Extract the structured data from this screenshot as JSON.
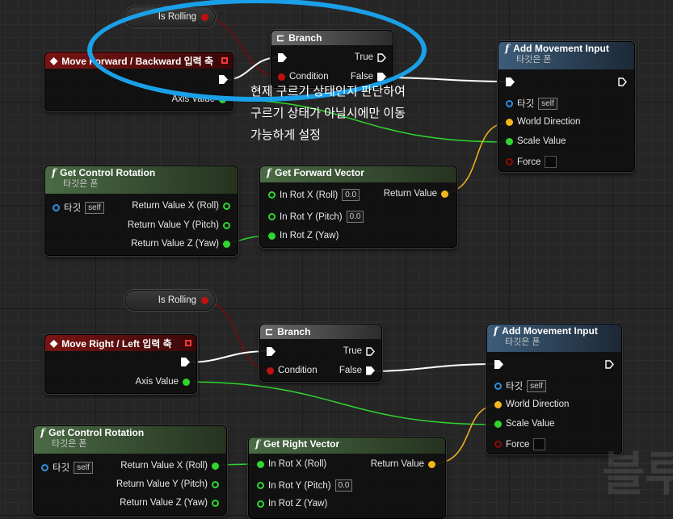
{
  "graph1": {
    "is_rolling": "Is Rolling",
    "event_title": "Move Forward / Backward 입력 축",
    "event_axis": "Axis Value",
    "branch_title": "Branch",
    "branch_true": "True",
    "branch_false": "False",
    "branch_condition": "Condition",
    "add_title": "Add Movement Input",
    "add_sub": "타깃은 폰",
    "add_target": "타깃",
    "add_self": "self",
    "add_world": "World Direction",
    "add_scale": "Scale Value",
    "add_force": "Force",
    "gcr_title": "Get Control Rotation",
    "gcr_sub": "타깃은 폰",
    "gcr_target": "타깃",
    "gcr_self": "self",
    "gcr_x": "Return Value X (Roll)",
    "gcr_y": "Return Value Y (Pitch)",
    "gcr_z": "Return Value Z (Yaw)",
    "gfv_title": "Get Forward Vector",
    "gfv_x": "In Rot X (Roll)",
    "gfv_x_val": "0.0",
    "gfv_y": "In Rot Y (Pitch)",
    "gfv_y_val": "0.0",
    "gfv_z": "In Rot Z (Yaw)",
    "gfv_ret": "Return Value"
  },
  "graph2": {
    "is_rolling": "Is Rolling",
    "event_title": "Move Right / Left 입력 축",
    "event_axis": "Axis Value",
    "branch_title": "Branch",
    "branch_true": "True",
    "branch_false": "False",
    "branch_condition": "Condition",
    "add_title": "Add Movement Input",
    "add_sub": "타깃은 폰",
    "add_target": "타깃",
    "add_self": "self",
    "add_world": "World Direction",
    "add_scale": "Scale Value",
    "add_force": "Force",
    "gcr_title": "Get Control Rotation",
    "gcr_sub": "타깃은 폰",
    "gcr_target": "타깃",
    "gcr_self": "self",
    "gcr_x": "Return Value X (Roll)",
    "gcr_y": "Return Value Y (Pitch)",
    "gcr_z": "Return Value Z (Yaw)",
    "grv_title": "Get Right Vector",
    "grv_x": "In Rot X (Roll)",
    "grv_y": "In Rot Y (Pitch)",
    "grv_y_val": "0.0",
    "grv_z": "In Rot Z (Yaw)",
    "grv_ret": "Return Value"
  },
  "annotation": {
    "line1": "현제 구르기 상태인지 판단하여",
    "line2": "구르기 상태가 아닐시에만 이동",
    "line3": "가능하게 설정"
  },
  "watermark": "블루",
  "colors": {
    "float": "#2fd62f",
    "vector": "#f2b61d",
    "bool": "#c01010",
    "object": "#2d8ee0",
    "exec": "#ffffff",
    "highlight": "#1aa0e8"
  }
}
